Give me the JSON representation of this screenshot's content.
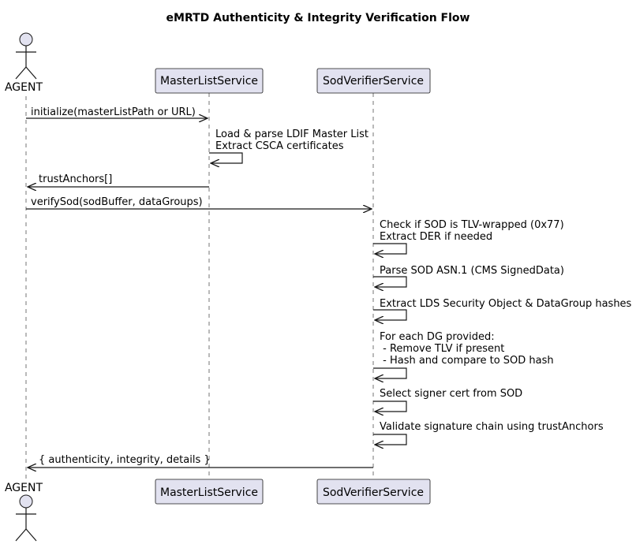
{
  "diagram": {
    "title": "eMRTD Authenticity & Integrity Verification Flow",
    "participants": [
      {
        "id": "agent",
        "label": "AGENT",
        "kind": "actor"
      },
      {
        "id": "mls",
        "label": "MasterListService",
        "kind": "participant"
      },
      {
        "id": "sod",
        "label": "SodVerifierService",
        "kind": "participant"
      }
    ],
    "messages": [
      {
        "from": "agent",
        "to": "mls",
        "lines": [
          "initialize(masterListPath or URL)"
        ]
      },
      {
        "from": "mls",
        "to": "mls",
        "lines": [
          "Load & parse LDIF Master List",
          "Extract CSCA certificates"
        ]
      },
      {
        "from": "mls",
        "to": "agent",
        "lines": [
          "trustAnchors[]"
        ]
      },
      {
        "from": "agent",
        "to": "sod",
        "lines": [
          "verifySod(sodBuffer, dataGroups)"
        ]
      },
      {
        "from": "sod",
        "to": "sod",
        "lines": [
          "Check if SOD is TLV-wrapped (0x77)",
          "Extract DER if needed"
        ]
      },
      {
        "from": "sod",
        "to": "sod",
        "lines": [
          "Parse SOD ASN.1 (CMS SignedData)"
        ]
      },
      {
        "from": "sod",
        "to": "sod",
        "lines": [
          "Extract LDS Security Object & DataGroup hashes"
        ]
      },
      {
        "from": "sod",
        "to": "sod",
        "lines": [
          "For each DG provided:",
          " - Remove TLV if present",
          " - Hash and compare to SOD hash"
        ]
      },
      {
        "from": "sod",
        "to": "sod",
        "lines": [
          "Select signer cert from SOD"
        ]
      },
      {
        "from": "sod",
        "to": "sod",
        "lines": [
          "Validate signature chain using trustAnchors"
        ]
      },
      {
        "from": "sod",
        "to": "agent",
        "lines": [
          "{ authenticity, integrity, details }"
        ]
      }
    ]
  }
}
